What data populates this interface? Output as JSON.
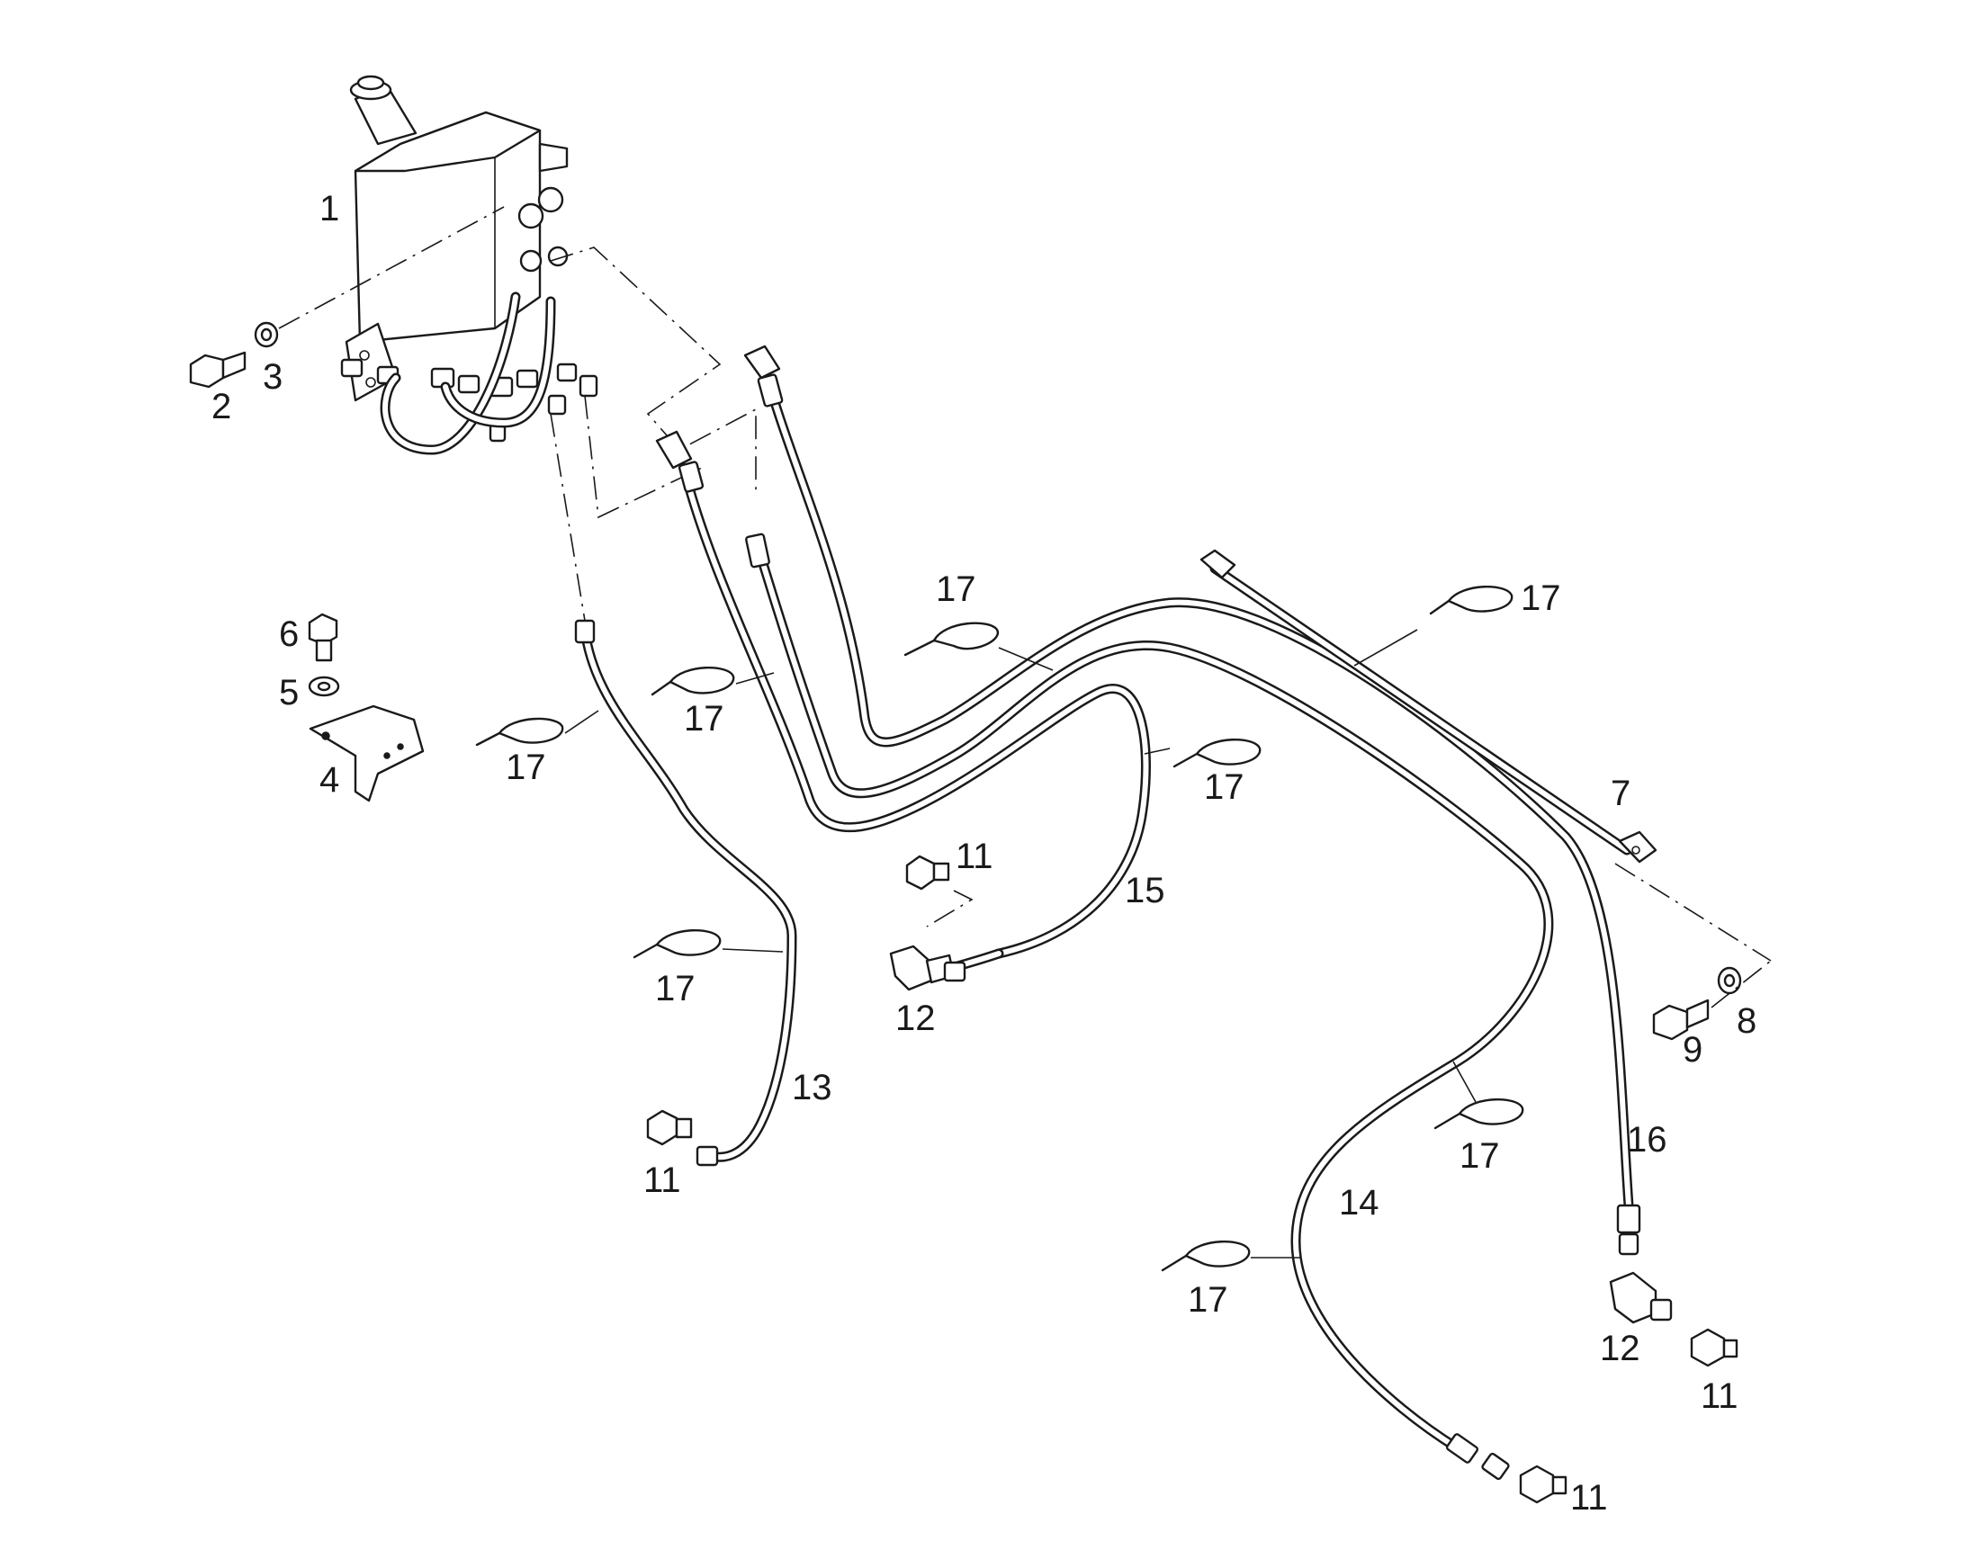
{
  "callouts": [
    {
      "id": "c1",
      "text": "1"
    },
    {
      "id": "c2",
      "text": "2"
    },
    {
      "id": "c3",
      "text": "3"
    },
    {
      "id": "c4",
      "text": "4"
    },
    {
      "id": "c5",
      "text": "5"
    },
    {
      "id": "c6",
      "text": "6"
    },
    {
      "id": "c7",
      "text": "7"
    },
    {
      "id": "c8",
      "text": "8"
    },
    {
      "id": "c9",
      "text": "9"
    },
    {
      "id": "c11a",
      "text": "11"
    },
    {
      "id": "c11b",
      "text": "11"
    },
    {
      "id": "c11c",
      "text": "11"
    },
    {
      "id": "c11d",
      "text": "11"
    },
    {
      "id": "c12a",
      "text": "12"
    },
    {
      "id": "c12b",
      "text": "12"
    },
    {
      "id": "c13",
      "text": "13"
    },
    {
      "id": "c14",
      "text": "14"
    },
    {
      "id": "c15",
      "text": "15"
    },
    {
      "id": "c16",
      "text": "16"
    },
    {
      "id": "c17a",
      "text": "17"
    },
    {
      "id": "c17b",
      "text": "17"
    },
    {
      "id": "c17c",
      "text": "17"
    },
    {
      "id": "c17d",
      "text": "17"
    },
    {
      "id": "c17e",
      "text": "17"
    },
    {
      "id": "c17f",
      "text": "17"
    },
    {
      "id": "c17g",
      "text": "17"
    },
    {
      "id": "c17h",
      "text": "17"
    }
  ]
}
